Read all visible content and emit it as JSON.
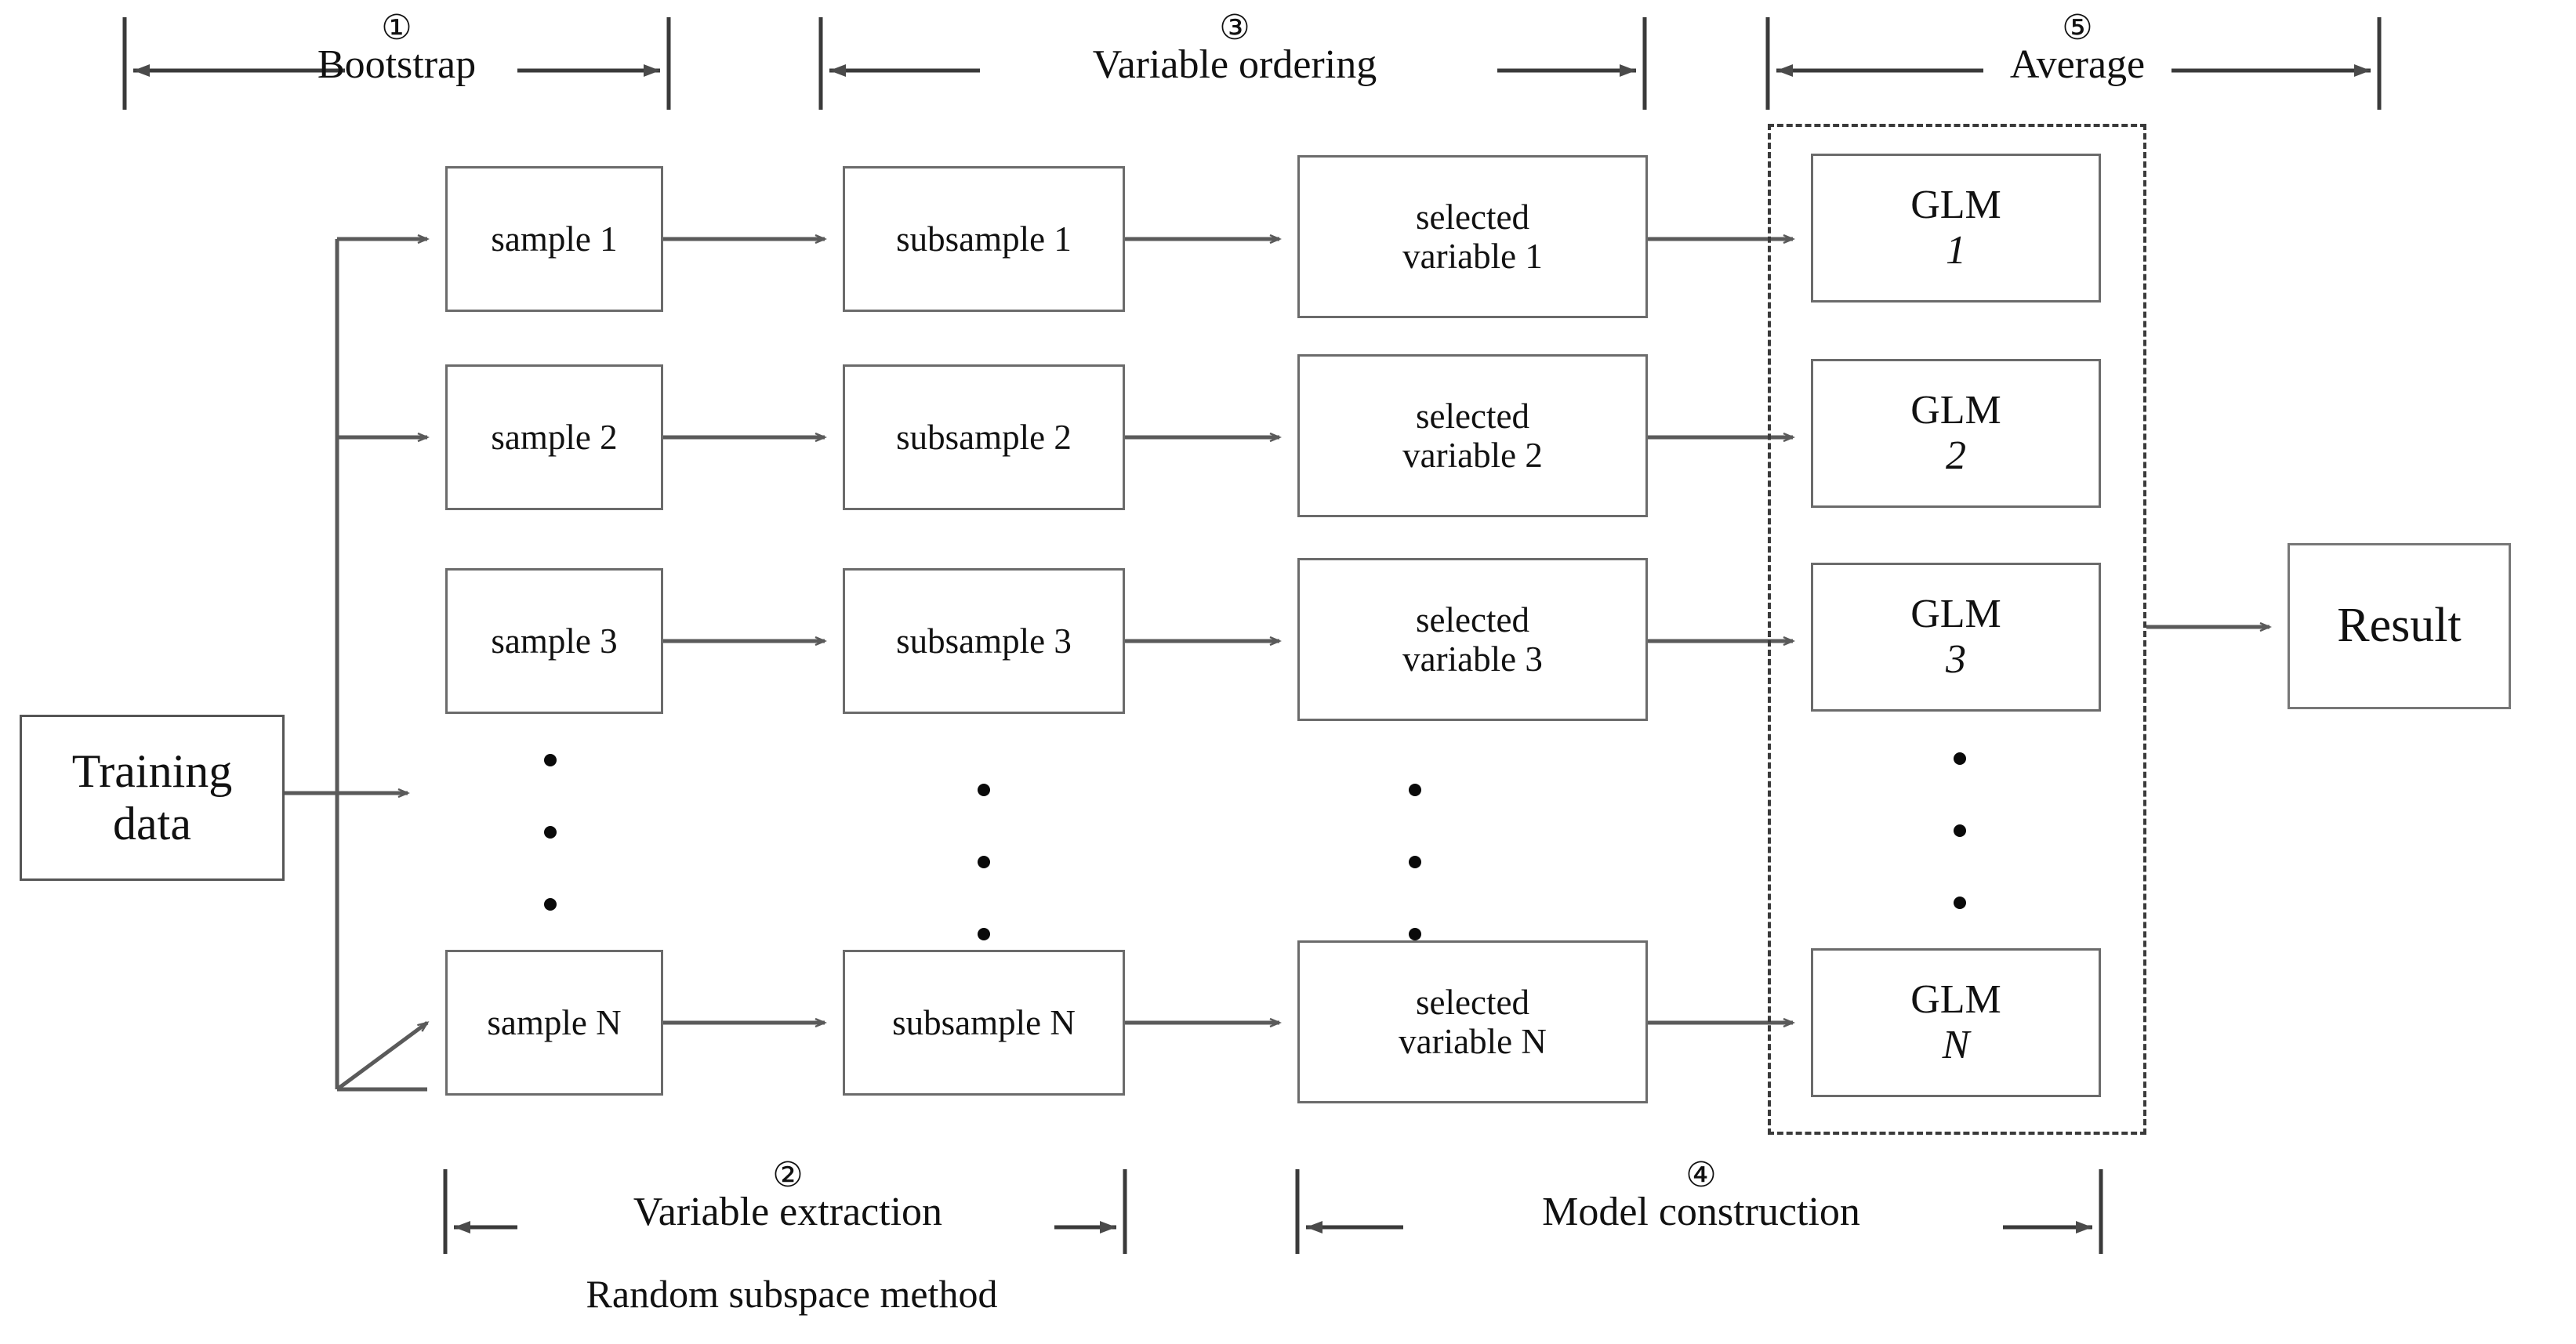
{
  "title": "Random subspace GLM ensemble flow diagram",
  "sections": {
    "top": [
      {
        "num": "①",
        "label": "Bootstrap"
      },
      {
        "num": "③",
        "label": "Variable ordering"
      },
      {
        "num": "⑤",
        "label": "Average"
      }
    ],
    "bottom": [
      {
        "num": "②",
        "label": "Variable extraction",
        "note": "Random subspace method"
      },
      {
        "num": "④",
        "label": "Model construction",
        "note": ""
      }
    ]
  },
  "input": {
    "line1": "Training",
    "line2": "data"
  },
  "output": {
    "label": "Result"
  },
  "rows": [
    {
      "sample": "sample 1",
      "subsample": "subsample 1",
      "selected_line1": "selected",
      "selected_line2": "variable 1",
      "model_prefix": "GLM ",
      "model_index": "1"
    },
    {
      "sample": "sample 2",
      "subsample": "subsample 2",
      "selected_line1": "selected",
      "selected_line2": "variable 2",
      "model_prefix": "GLM ",
      "model_index": "2"
    },
    {
      "sample": "sample 3",
      "subsample": "subsample 3",
      "selected_line1": "selected",
      "selected_line2": "variable 3",
      "model_prefix": "GLM ",
      "model_index": "3"
    },
    {
      "sample": "sample N",
      "subsample": "subsample N",
      "selected_line1": "selected",
      "selected_line2": "variable N",
      "model_prefix": "GLM ",
      "model_index": "N"
    }
  ],
  "ellipsis": {
    "glyph": "•",
    "count": 3
  },
  "colors": {
    "box_border": "#6b6b6b",
    "line": "#5a5a5a",
    "dash_border": "#3a3a3a",
    "text": "#111111",
    "background": "#ffffff"
  }
}
